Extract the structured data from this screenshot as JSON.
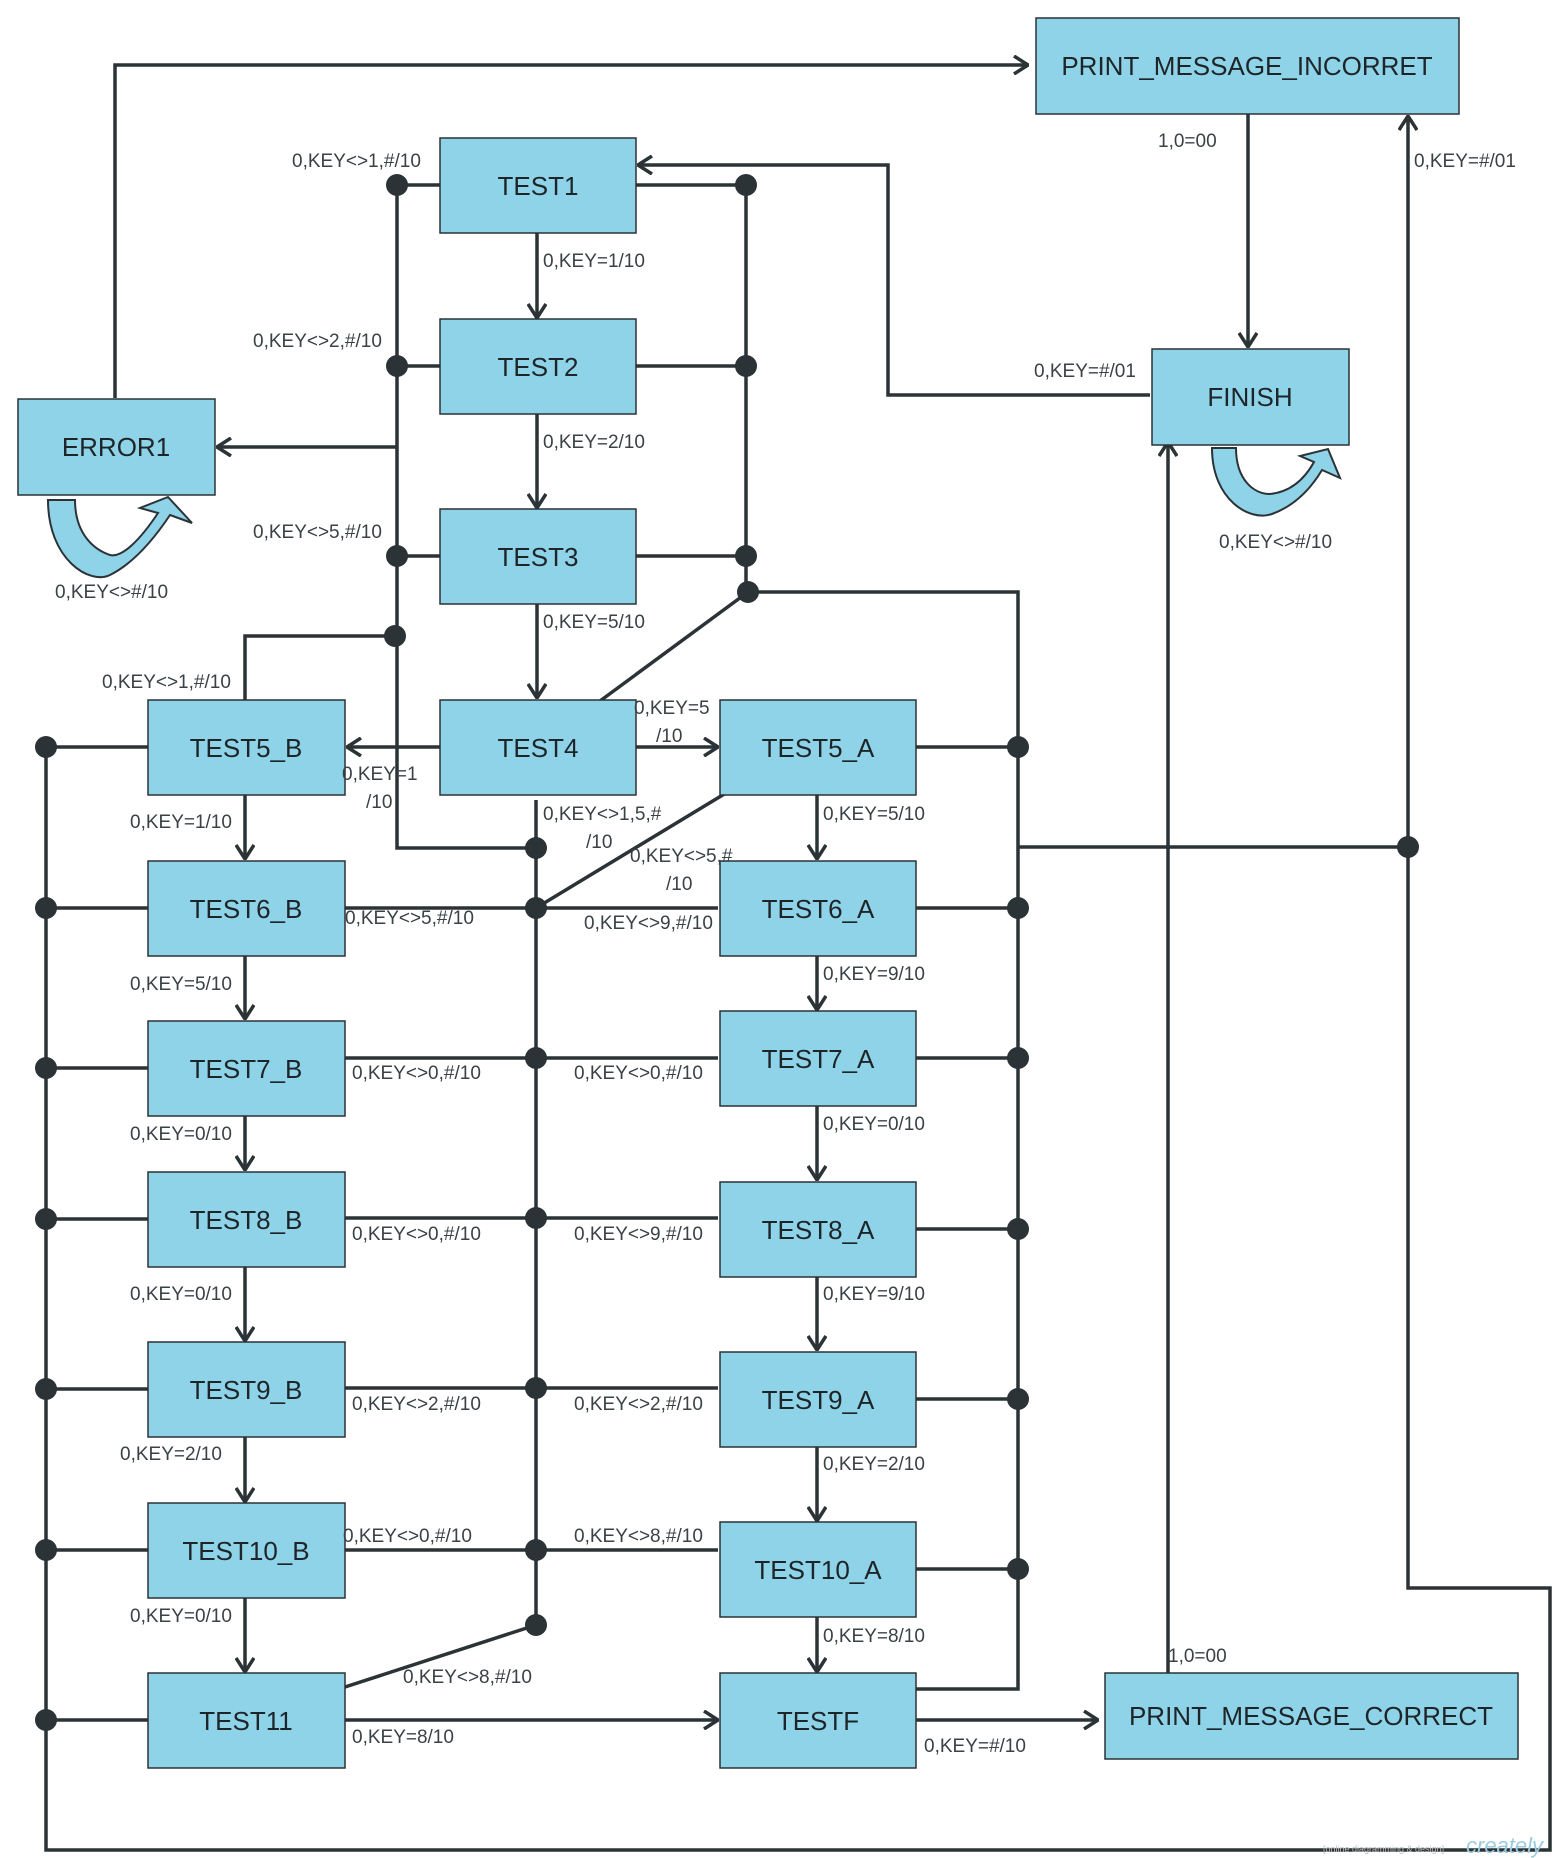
{
  "diagram": {
    "states": {
      "print_incorrect": "PRINT_MESSAGE_INCORRET",
      "test1": "TEST1",
      "test2": "TEST2",
      "test3": "TEST3",
      "test4": "TEST4",
      "error1": "ERROR1",
      "finish": "FINISH",
      "test5_b": "TEST5_B",
      "test5_a": "TEST5_A",
      "test6_b": "TEST6_B",
      "test6_a": "TEST6_A",
      "test7_b": "TEST7_B",
      "test7_a": "TEST7_A",
      "test8_b": "TEST8_B",
      "test8_a": "TEST8_A",
      "test9_b": "TEST9_B",
      "test9_a": "TEST9_A",
      "test10_b": "TEST10_B",
      "test10_a": "TEST10_A",
      "test11": "TEST11",
      "testf": "TESTF",
      "print_correct": "PRINT_MESSAGE_CORRECT"
    },
    "transitions": {
      "t1_not1": "0,KEY<>1,#/10",
      "t1_to_t2": "0,KEY=1/10",
      "t2_not2": "0,KEY<>2,#/10",
      "t2_to_t3": "0,KEY=2/10",
      "t3_not5": "0,KEY<>5,#/10",
      "t3_to_t4": "0,KEY=5/10",
      "error_self": "0,KEY<>#/10",
      "finish_to_t1": "0,KEY=#/01",
      "incorrect_to_finish": "1,0=00",
      "to_incorrect": "0,KEY=#/01",
      "finish_self": "0,KEY<>#/10",
      "t5b_not1": "0,KEY<>1,#/10",
      "t4_to_t5a_1": "0,KEY=5",
      "t4_to_t5a_2": "/10",
      "t4_to_t5b_1": "0,KEY=1",
      "t4_to_t5b_2": "/10",
      "t4_other_1": "0,KEY<>1,5,#",
      "t4_other_2": "/10",
      "t5b_to_t6b": "0,KEY=1/10",
      "t5a_to_t6a": "0,KEY=5/10",
      "t5a_not5_1": "0,KEY<>5,#",
      "t5a_not5_2": "/10",
      "t6b_not5": "0,KEY<>5,#/10",
      "t6a_not9": "0,KEY<>9,#/10",
      "t6a_to_t7a": "0,KEY=9/10",
      "t6b_to_t7b": "0,KEY=5/10",
      "t7b_not0": "0,KEY<>0,#/10",
      "t7a_not0": "0,KEY<>0,#/10",
      "t7a_to_t8a": "0,KEY=0/10",
      "t7b_to_t8b": "0,KEY=0/10",
      "t8b_not0": "0,KEY<>0,#/10",
      "t8a_not9": "0,KEY<>9,#/10",
      "t8b_to_t9b": "0,KEY=0/10",
      "t8a_to_t9a": "0,KEY=9/10",
      "t9b_not2": "0,KEY<>2,#/10",
      "t9a_not2": "0,KEY<>2,#/10",
      "t9b_to_t10b": "0,KEY=2/10",
      "t9a_to_t10a": "0,KEY=2/10",
      "t10b_not0": "0,KEY<>0,#/10",
      "t10a_not8": "0,KEY<>8,#/10",
      "t10b_to_t11": "0,KEY=0/10",
      "t10a_to_tf": "0,KEY=8/10",
      "t11_not8": "0,KEY<>8,#/10",
      "t11_to_tf": "0,KEY=8/10",
      "tf_to_correct": "0,KEY=#/10",
      "correct_to_finish": "1,0=00"
    },
    "watermark": {
      "tagline": "[online diagramming & design]",
      "brand": "creately"
    }
  }
}
